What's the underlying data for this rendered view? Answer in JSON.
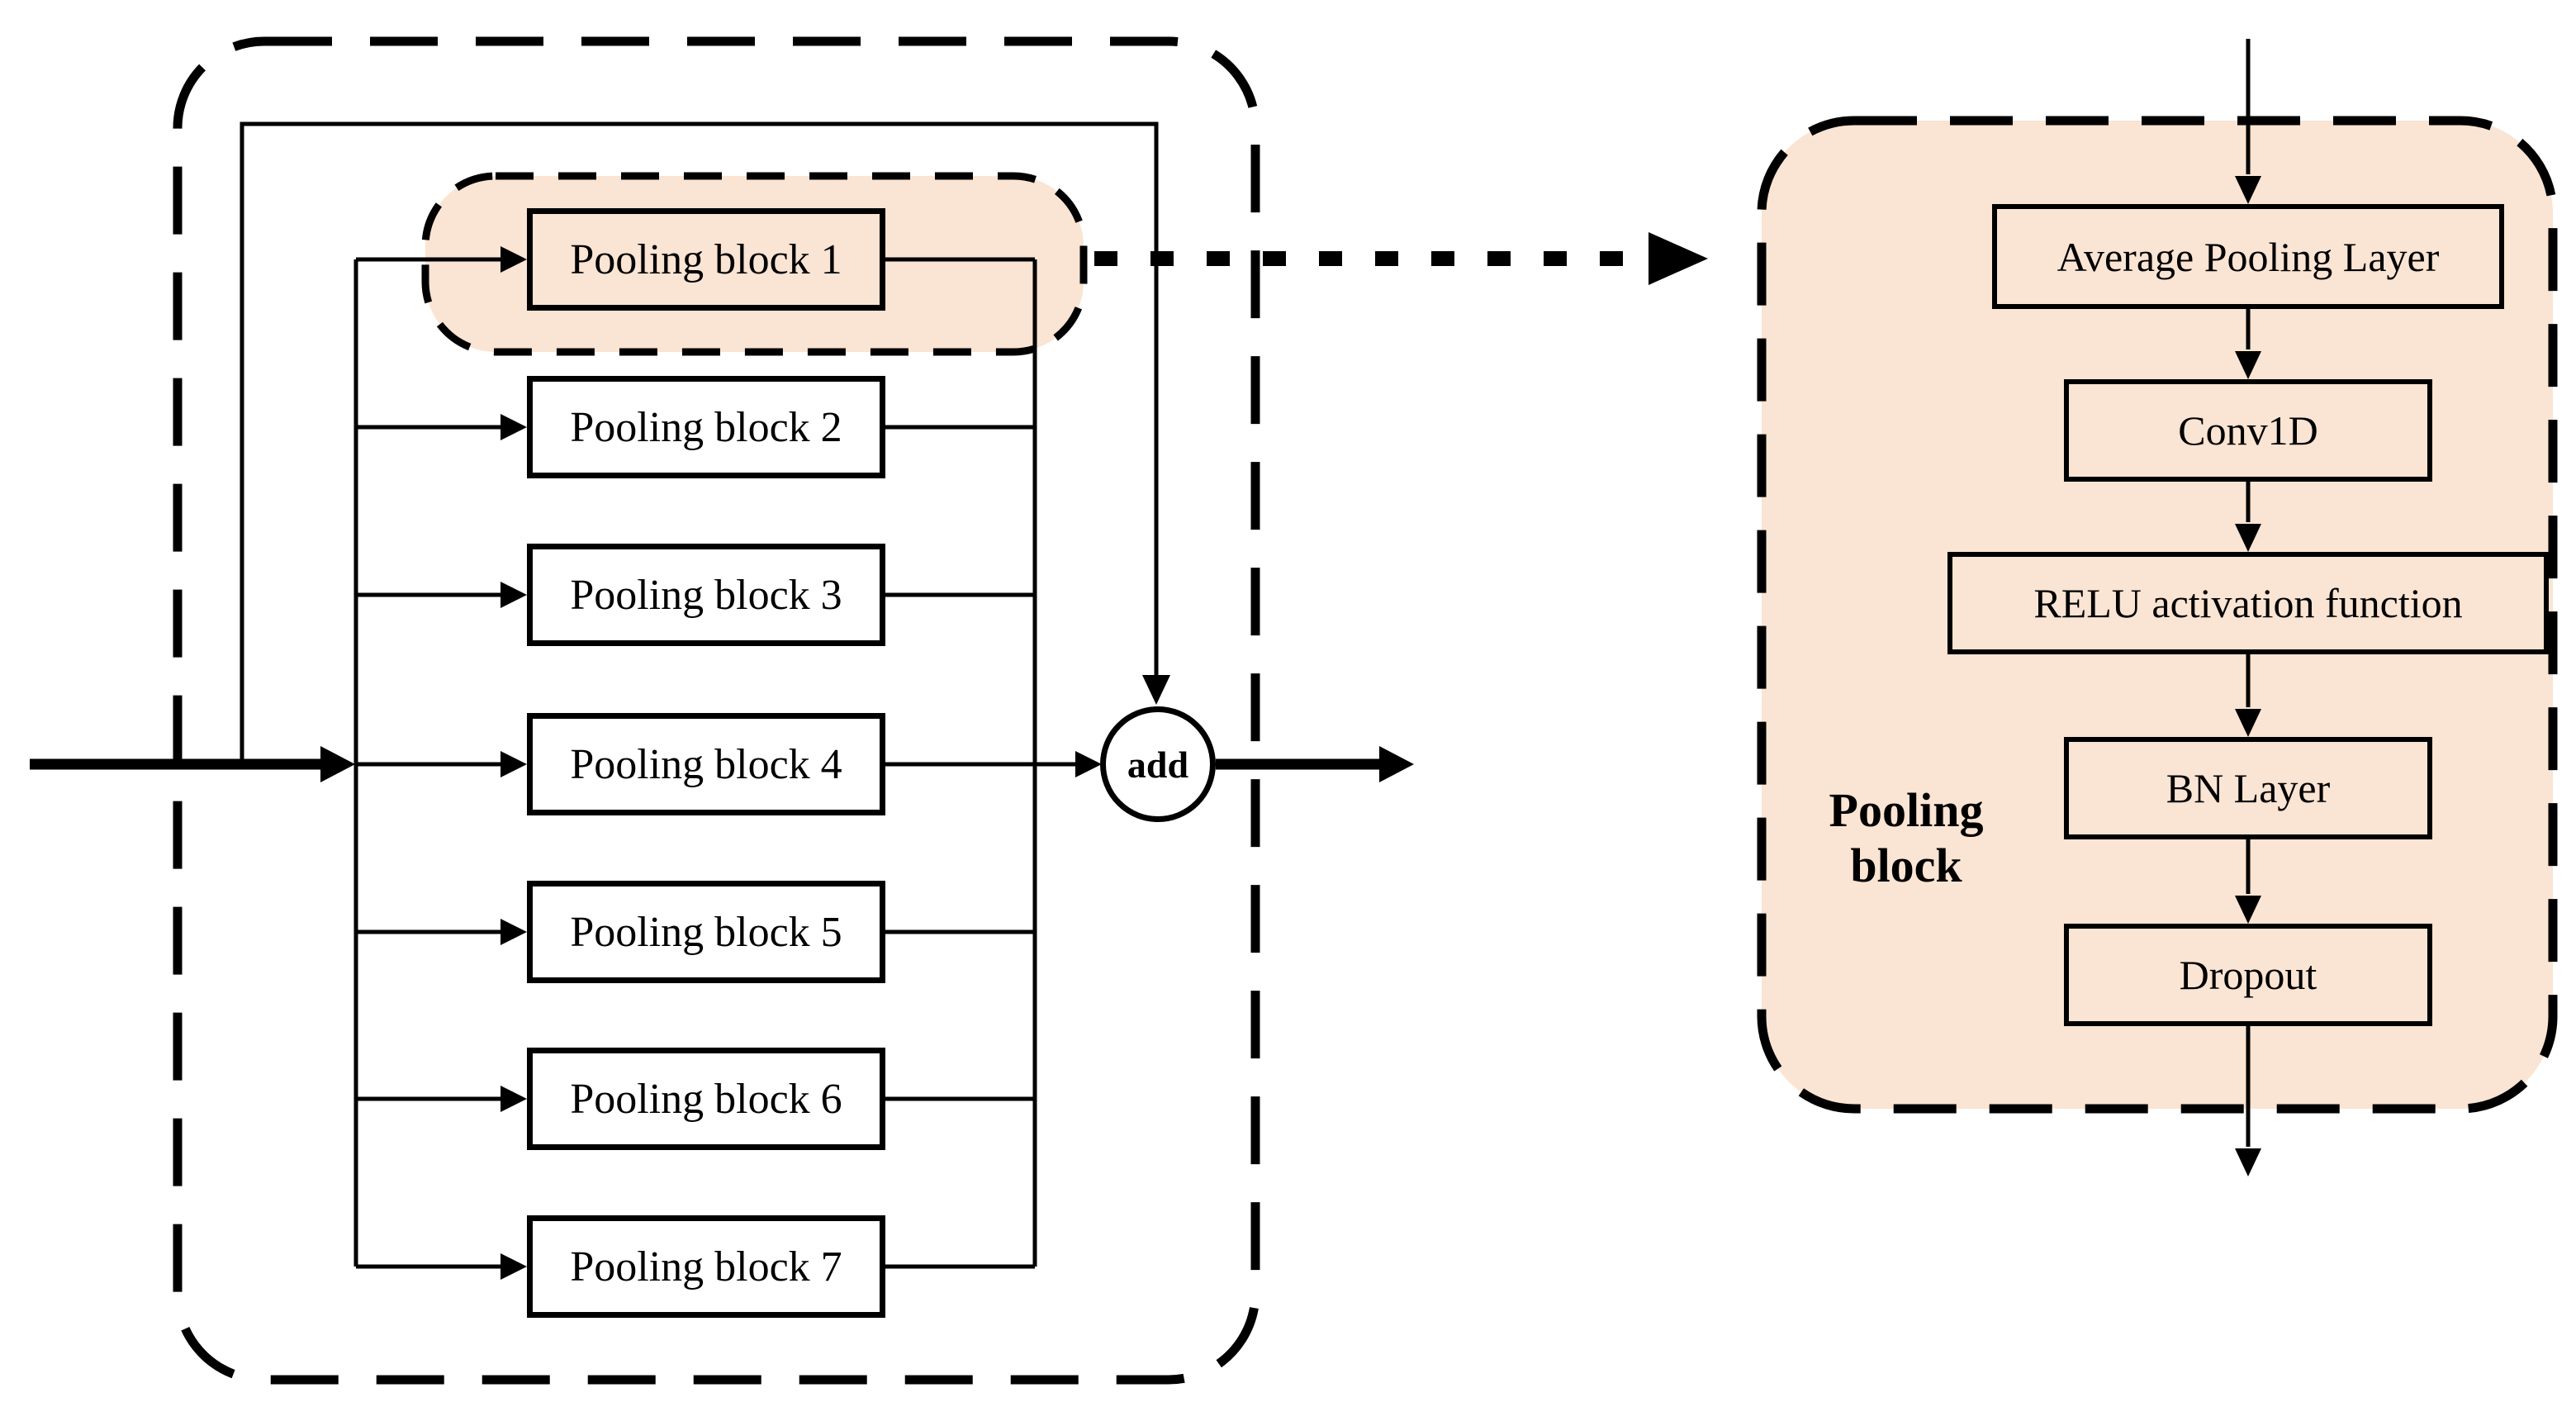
{
  "colors": {
    "peach": "#FAE4D3",
    "line": "#000000",
    "background": "#FFFFFF"
  },
  "left_diagram": {
    "blocks": [
      {
        "label": "Pooling block 1",
        "highlighted": true
      },
      {
        "label": "Pooling block 2",
        "highlighted": false
      },
      {
        "label": "Pooling block 3",
        "highlighted": false
      },
      {
        "label": "Pooling block 4",
        "highlighted": false
      },
      {
        "label": "Pooling block 5",
        "highlighted": false
      },
      {
        "label": "Pooling block 6",
        "highlighted": false
      },
      {
        "label": "Pooling block 7",
        "highlighted": false
      }
    ],
    "add_node": {
      "label": "add"
    }
  },
  "right_diagram": {
    "title_line1": "Pooling",
    "title_line2": "block",
    "layers": [
      {
        "label": "Average Pooling Layer"
      },
      {
        "label": "Conv1D"
      },
      {
        "label": "RELU activation function"
      },
      {
        "label": "BN Layer"
      },
      {
        "label": "Dropout"
      }
    ]
  }
}
